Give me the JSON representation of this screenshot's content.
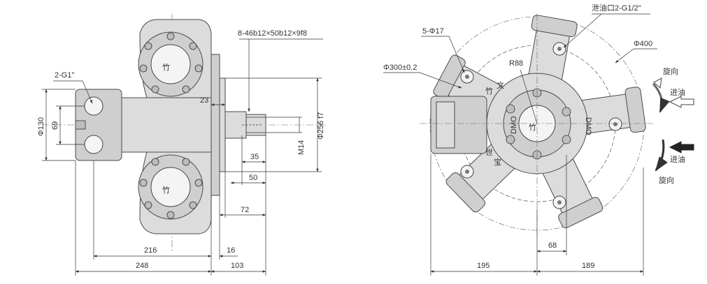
{
  "side_view": {
    "dims": {
      "port_note": "2-G1\"",
      "spline_note": "8-46b12×50b12×9f8",
      "d23": "23",
      "dia130": "Φ130",
      "d69": "69",
      "dia256": "Φ256 f7",
      "m14": "M14",
      "d35": "35",
      "d50": "50",
      "d72": "72",
      "d216": "216",
      "d16": "16",
      "d248": "248",
      "d103": "103"
    },
    "cover_marks": [
      "竹",
      "竹"
    ]
  },
  "front_view": {
    "dims": {
      "drain_note": "泄油口2-G1/2\"",
      "holes_note": "5-Φ17",
      "dia400": "Φ400",
      "r88": "R88",
      "dia300": "Φ300±0.2",
      "d68": "68",
      "d195": "195",
      "d189": "189"
    },
    "flow": {
      "rotation_top": "旋向",
      "inlet_top": "进油",
      "inlet_bottom": "进油",
      "rotation_bottom": "旋向"
    },
    "hub_mark": "竹",
    "hub_text": "DMO",
    "arm_marks": [
      "竹",
      "文",
      "宝",
      "世",
      "DMO"
    ]
  }
}
